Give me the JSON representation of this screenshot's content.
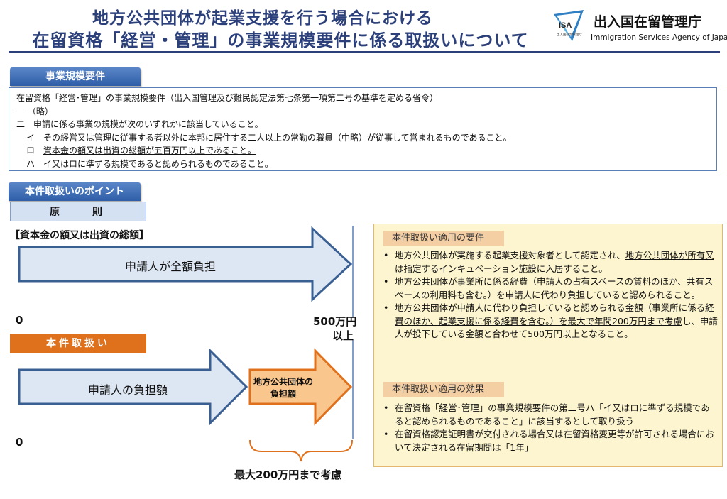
{
  "header": {
    "title_line1": "地方公共団体が起業支援を行う場合における",
    "title_line2": "在留資格「経営・管理」の事業規模要件に係る取扱いについて",
    "logo_text": "ISA",
    "logo_subtext": "出入国在留管理庁",
    "agency_name_jp": "出入国在留管理庁",
    "agency_name_en": "Immigration Services Agency of Japan"
  },
  "requirements": {
    "tab_label": "事業規模要件",
    "lines": [
      "在留資格「経営･管理」の事業規模要件（出入国管理及び難民認定法第七条第一項第二号の基準を定める省令）",
      "一 （略）",
      "二　申請に係る事業の規模が次のいずれかに該当していること。",
      "イ　その経営又は管理に従事する者以外に本邦に居住する二人以上の常勤の職員（中略）が従事して営まれるものであること。",
      "ロ　",
      "資本金の額又は出資の総額が五百万円以上であること。",
      "ハ　イ又はロに準ずる規模であると認められるものであること。"
    ]
  },
  "points": {
    "tab_label": "本件取扱いのポイント",
    "principle_label": "原　　則",
    "capital_label": "【資本金の額又は出資の総額】",
    "full_burden_label": "申請人が全額負担",
    "zero_label": "0",
    "threshold_label_line1": "500万円",
    "threshold_label_line2": "以上",
    "handling_label": "本件取扱い",
    "applicant_burden_label": "申請人の負担額",
    "gov_burden_line1": "地方公共団体の",
    "gov_burden_line2": "負担額",
    "zero_label2": "0",
    "max_label": "最大200万円まで考慮"
  },
  "conditions": {
    "tab_label": "本件取扱い適用の要件",
    "items": [
      {
        "a": "地方公共団体が実施する起業支援対象者として認定され、",
        "u": "地方公共団体が所有又は指定するインキュベーション施設に入居すること",
        "b": "。"
      },
      {
        "a": "地方公共団体が事業所に係る経費（申請人の占有スペースの賃料のほか、共有スペースの利用料も含む。）を申請人に代わり負担していると認められること。",
        "u": "",
        "b": ""
      },
      {
        "a": "地方公共団体が申請人に代わり負担していると認められる",
        "u": "金額（事業所に係る経費のほか、起業支援に係る経費を含む。）を最大で年間200万円まで考慮",
        "b": "し、申請人が投下している金額と合わせて500万円以上となること。"
      }
    ]
  },
  "effects": {
    "tab_label": "本件取扱い適用の効果",
    "items": [
      "在留資格「経営･管理」の事業規模要件の第二号ハ「イ又はロに準ずる規模であると認められるものであること」に該当するとして取り扱う",
      "在留資格認定証明書が交付される場合又は在留資格変更等が許可される場合において決定される在留期間は「1年」"
    ]
  },
  "colors": {
    "title": "#2b3f7a",
    "blue_arrow_fill": "#dde6f3",
    "blue_arrow_stroke": "#3a5f93",
    "orange_arrow_fill": "#f9c68d",
    "orange_arrow_stroke": "#e0711c",
    "orange_tab": "#e0711c",
    "panel_bg": "#fdf5cf"
  }
}
